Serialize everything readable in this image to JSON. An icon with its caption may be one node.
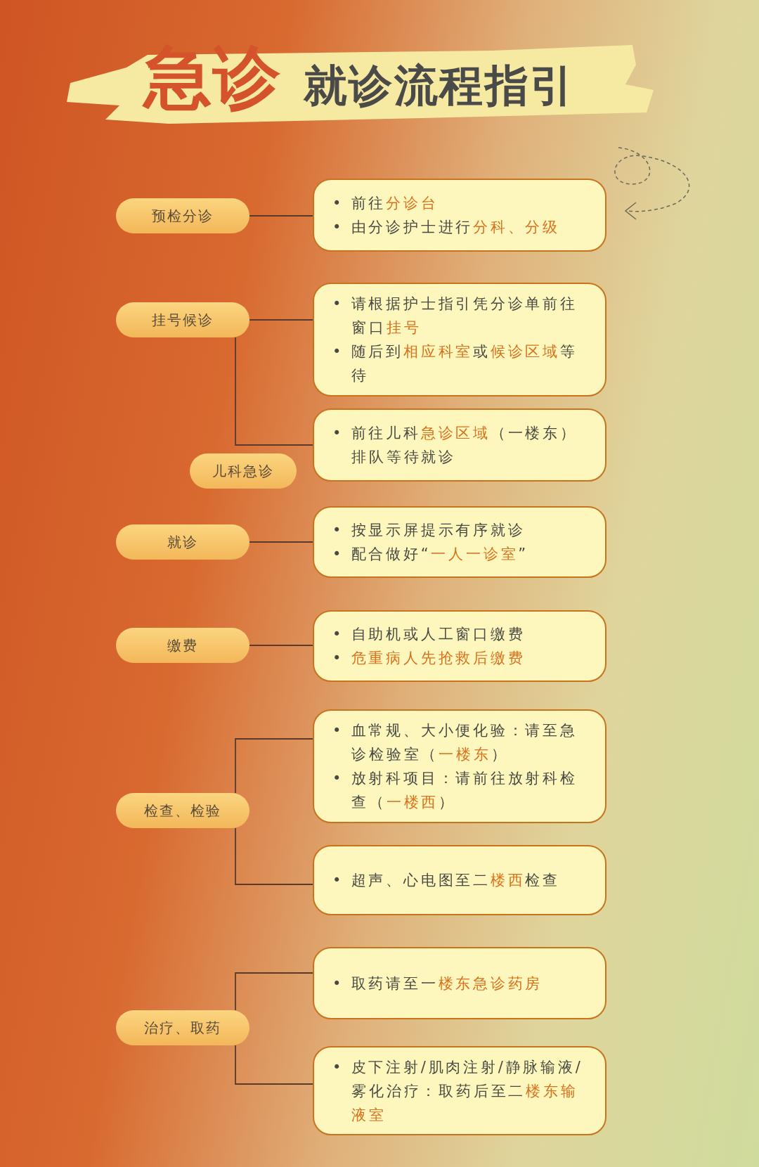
{
  "diagram": {
    "title": "**急诊**就诊流程指引",
    "nodes": [
      {
        "text": [
          "预检分诊"
        ]
      },
      {
        "text": [
          "• 前往**分诊台**",
          "• 由分诊护士进行**分科、分级**"
        ]
      },
      {
        "text": [
          "挂号候诊"
        ]
      },
      {
        "text": [
          "• 请根据护士指引凭分诊单前往窗口**挂号**",
          "• 随后到**相应科室**或**候诊区域**等待"
        ]
      },
      {
        "text": [
          "• 前往儿科**急诊区域**（一楼东）排队等待就诊"
        ]
      },
      {
        "text": [
          "儿科急诊"
        ]
      },
      {
        "text": [
          "就诊"
        ]
      },
      {
        "text": [
          "• 按显示屏提示有序就诊",
          "• 配合做好“**一人一诊室**”"
        ]
      },
      {
        "text": [
          "缴费"
        ]
      },
      {
        "text": [
          "• 自助机或人工窗口缴费",
          "• **危重病人先抢救后缴费**"
        ]
      },
      {
        "text": [
          "检查、检验"
        ]
      },
      {
        "text": [
          "• 血常规、大小便化验：请至急诊检验室（**一楼东**）",
          "• 放射科项目：请前往放射科检查（**一楼西**）"
        ]
      },
      {
        "text": [
          "• 超声、心电图至二**楼西**检查"
        ]
      },
      {
        "text": [
          "治疗、取药"
        ]
      },
      {
        "text": [
          "• 取药请至一**楼东急诊药房**"
        ]
      },
      {
        "text": [
          "• 皮下注射/肌肉注射/静脉输液/雾化治疗：取药后至二**楼东输液室**"
        ]
      }
    ],
    "edges": [
      {
        "from": 0,
        "to": 1,
        "arrow": "none"
      },
      {
        "from": 2,
        "to": 3,
        "arrow": "none"
      },
      {
        "from": 2,
        "to": 4,
        "arrow": "none"
      },
      {
        "from": 6,
        "to": 7,
        "arrow": "none"
      },
      {
        "from": 8,
        "to": 9,
        "arrow": "none"
      },
      {
        "from": 10,
        "to": 11,
        "arrow": "none"
      },
      {
        "from": 10,
        "to": 12,
        "arrow": "none"
      },
      {
        "from": 13,
        "to": 14,
        "arrow": "none"
      },
      {
        "from": 13,
        "to": 15,
        "arrow": "none"
      }
    ]
  }
}
